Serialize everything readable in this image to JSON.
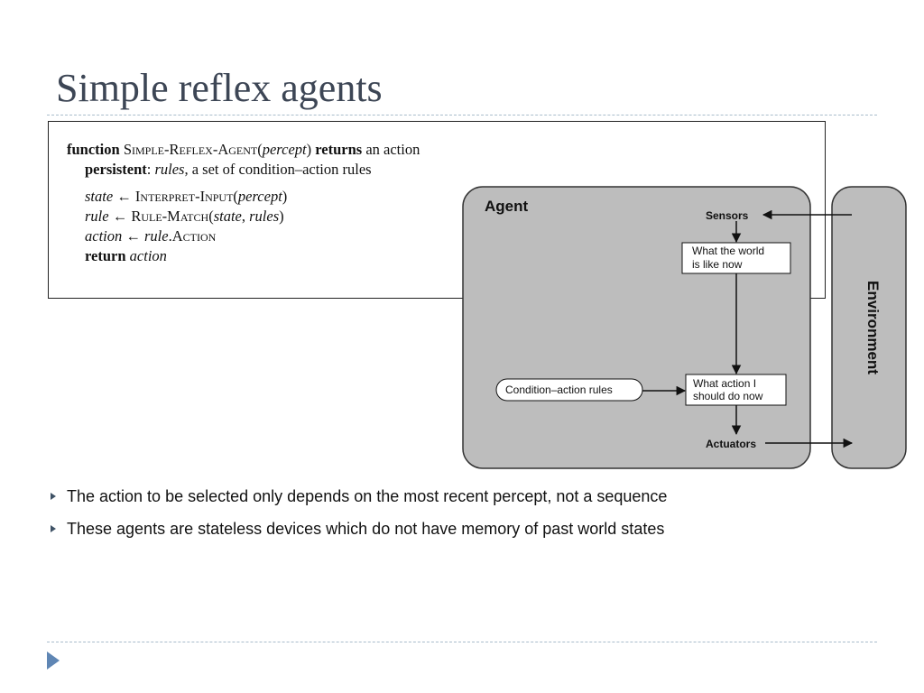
{
  "slide": {
    "title": "Simple reflex agents"
  },
  "code": {
    "line1": {
      "kw_function": "function",
      "name": "Simple-Reflex-Agent",
      "open": "(",
      "param": "percept",
      "close": ")",
      "kw_returns": "returns",
      "rest": "an action"
    },
    "line2": {
      "kw_persistent": "persistent",
      "colon": ":",
      "var": "rules",
      "rest": ", a set of condition–action rules"
    },
    "line3": {
      "var": "state",
      "arrow": "←",
      "fn": "Interpret-Input",
      "open": "(",
      "arg": "percept",
      "close": ")"
    },
    "line4": {
      "var": "rule",
      "arrow": "←",
      "fn": "Rule-Match",
      "open": "(",
      "arg1": "state",
      "comma": ", ",
      "arg2": "rules",
      "close": ")"
    },
    "line5": {
      "var": "action",
      "arrow": "←",
      "obj": "rule",
      "dot": ".",
      "field": "Action"
    },
    "line6": {
      "kw_return": "return",
      "var": "action"
    }
  },
  "diagram": {
    "agent_label": "Agent",
    "environment_label": "Environment",
    "sensors_label": "Sensors",
    "actuators_label": "Actuators",
    "world_box": [
      "What the world",
      "is like now"
    ],
    "action_box": [
      "What action I",
      "should do now"
    ],
    "rules_label": "Condition–action rules",
    "colors": {
      "panel_fill": "#bdbdbd",
      "panel_stroke": "#333333"
    }
  },
  "bullets": [
    "The action to be selected only depends on the most recent percept, not a sequence",
    "These agents are stateless devices which do not have memory of past world states"
  ],
  "icons": {
    "bullet": "triangle-right-icon",
    "navigation": "play-arrow-icon"
  }
}
